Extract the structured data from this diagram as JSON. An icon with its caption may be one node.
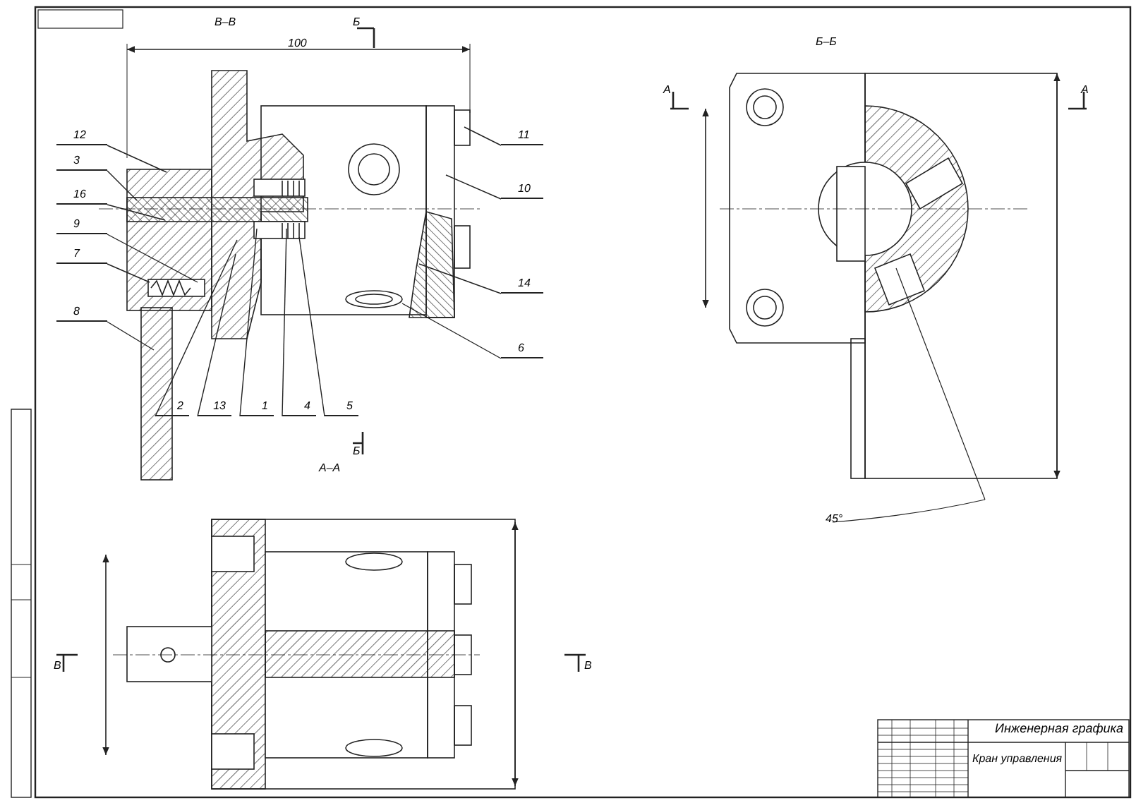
{
  "diagram": {
    "nodes": [
      {
        "text": [
          "12"
        ]
      },
      {
        "text": [
          "3"
        ]
      },
      {
        "text": [
          "16"
        ]
      },
      {
        "text": [
          "9"
        ]
      },
      {
        "text": [
          "7"
        ]
      },
      {
        "text": [
          "8"
        ]
      },
      {
        "text": [
          "2"
        ]
      },
      {
        "text": [
          "13"
        ]
      },
      {
        "text": [
          "1"
        ]
      },
      {
        "text": [
          "4"
        ]
      },
      {
        "text": [
          "5"
        ]
      },
      {
        "text": [
          "11"
        ]
      },
      {
        "text": [
          "10"
        ]
      },
      {
        "text": [
          "14"
        ]
      },
      {
        "text": [
          "6"
        ]
      }
    ],
    "edges": [
      {
        "from": 0,
        "to": null,
        "arrow": "none"
      },
      {
        "from": 1,
        "to": null,
        "arrow": "none"
      },
      {
        "from": 2,
        "to": null,
        "arrow": "none"
      },
      {
        "from": 3,
        "to": null,
        "arrow": "none"
      },
      {
        "from": 4,
        "to": null,
        "arrow": "none"
      },
      {
        "from": 5,
        "to": null,
        "arrow": "none"
      },
      {
        "from": 6,
        "to": null,
        "arrow": "none"
      },
      {
        "from": 7,
        "to": null,
        "arrow": "none"
      },
      {
        "from": 8,
        "to": null,
        "arrow": "none"
      },
      {
        "from": 9,
        "to": null,
        "arrow": "none"
      },
      {
        "from": 10,
        "to": null,
        "arrow": "none"
      },
      {
        "from": 11,
        "to": null,
        "arrow": "none"
      },
      {
        "from": 12,
        "to": null,
        "arrow": "none"
      },
      {
        "from": 13,
        "to": null,
        "arrow": "none"
      },
      {
        "from": 14,
        "to": null,
        "arrow": "none"
      }
    ],
    "labels": [
      "В–В",
      "Б",
      "Б–Б",
      "А",
      "А",
      "100",
      "45°",
      "Б",
      "А–А",
      "В",
      "В",
      "Инженерная графика",
      "Кран управления"
    ]
  }
}
